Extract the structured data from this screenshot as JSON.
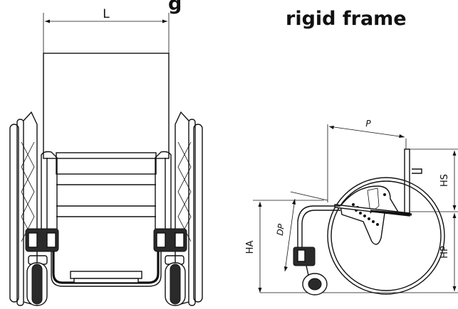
{
  "title_partial": "g",
  "title_right": "rigid frame",
  "dimensions": {
    "width_label": "L",
    "depth_label": "P",
    "seat_depth_label": "DP",
    "armrest_height_label": "HA",
    "seat_height_label": "HP",
    "backrest_height_label": "HS"
  }
}
